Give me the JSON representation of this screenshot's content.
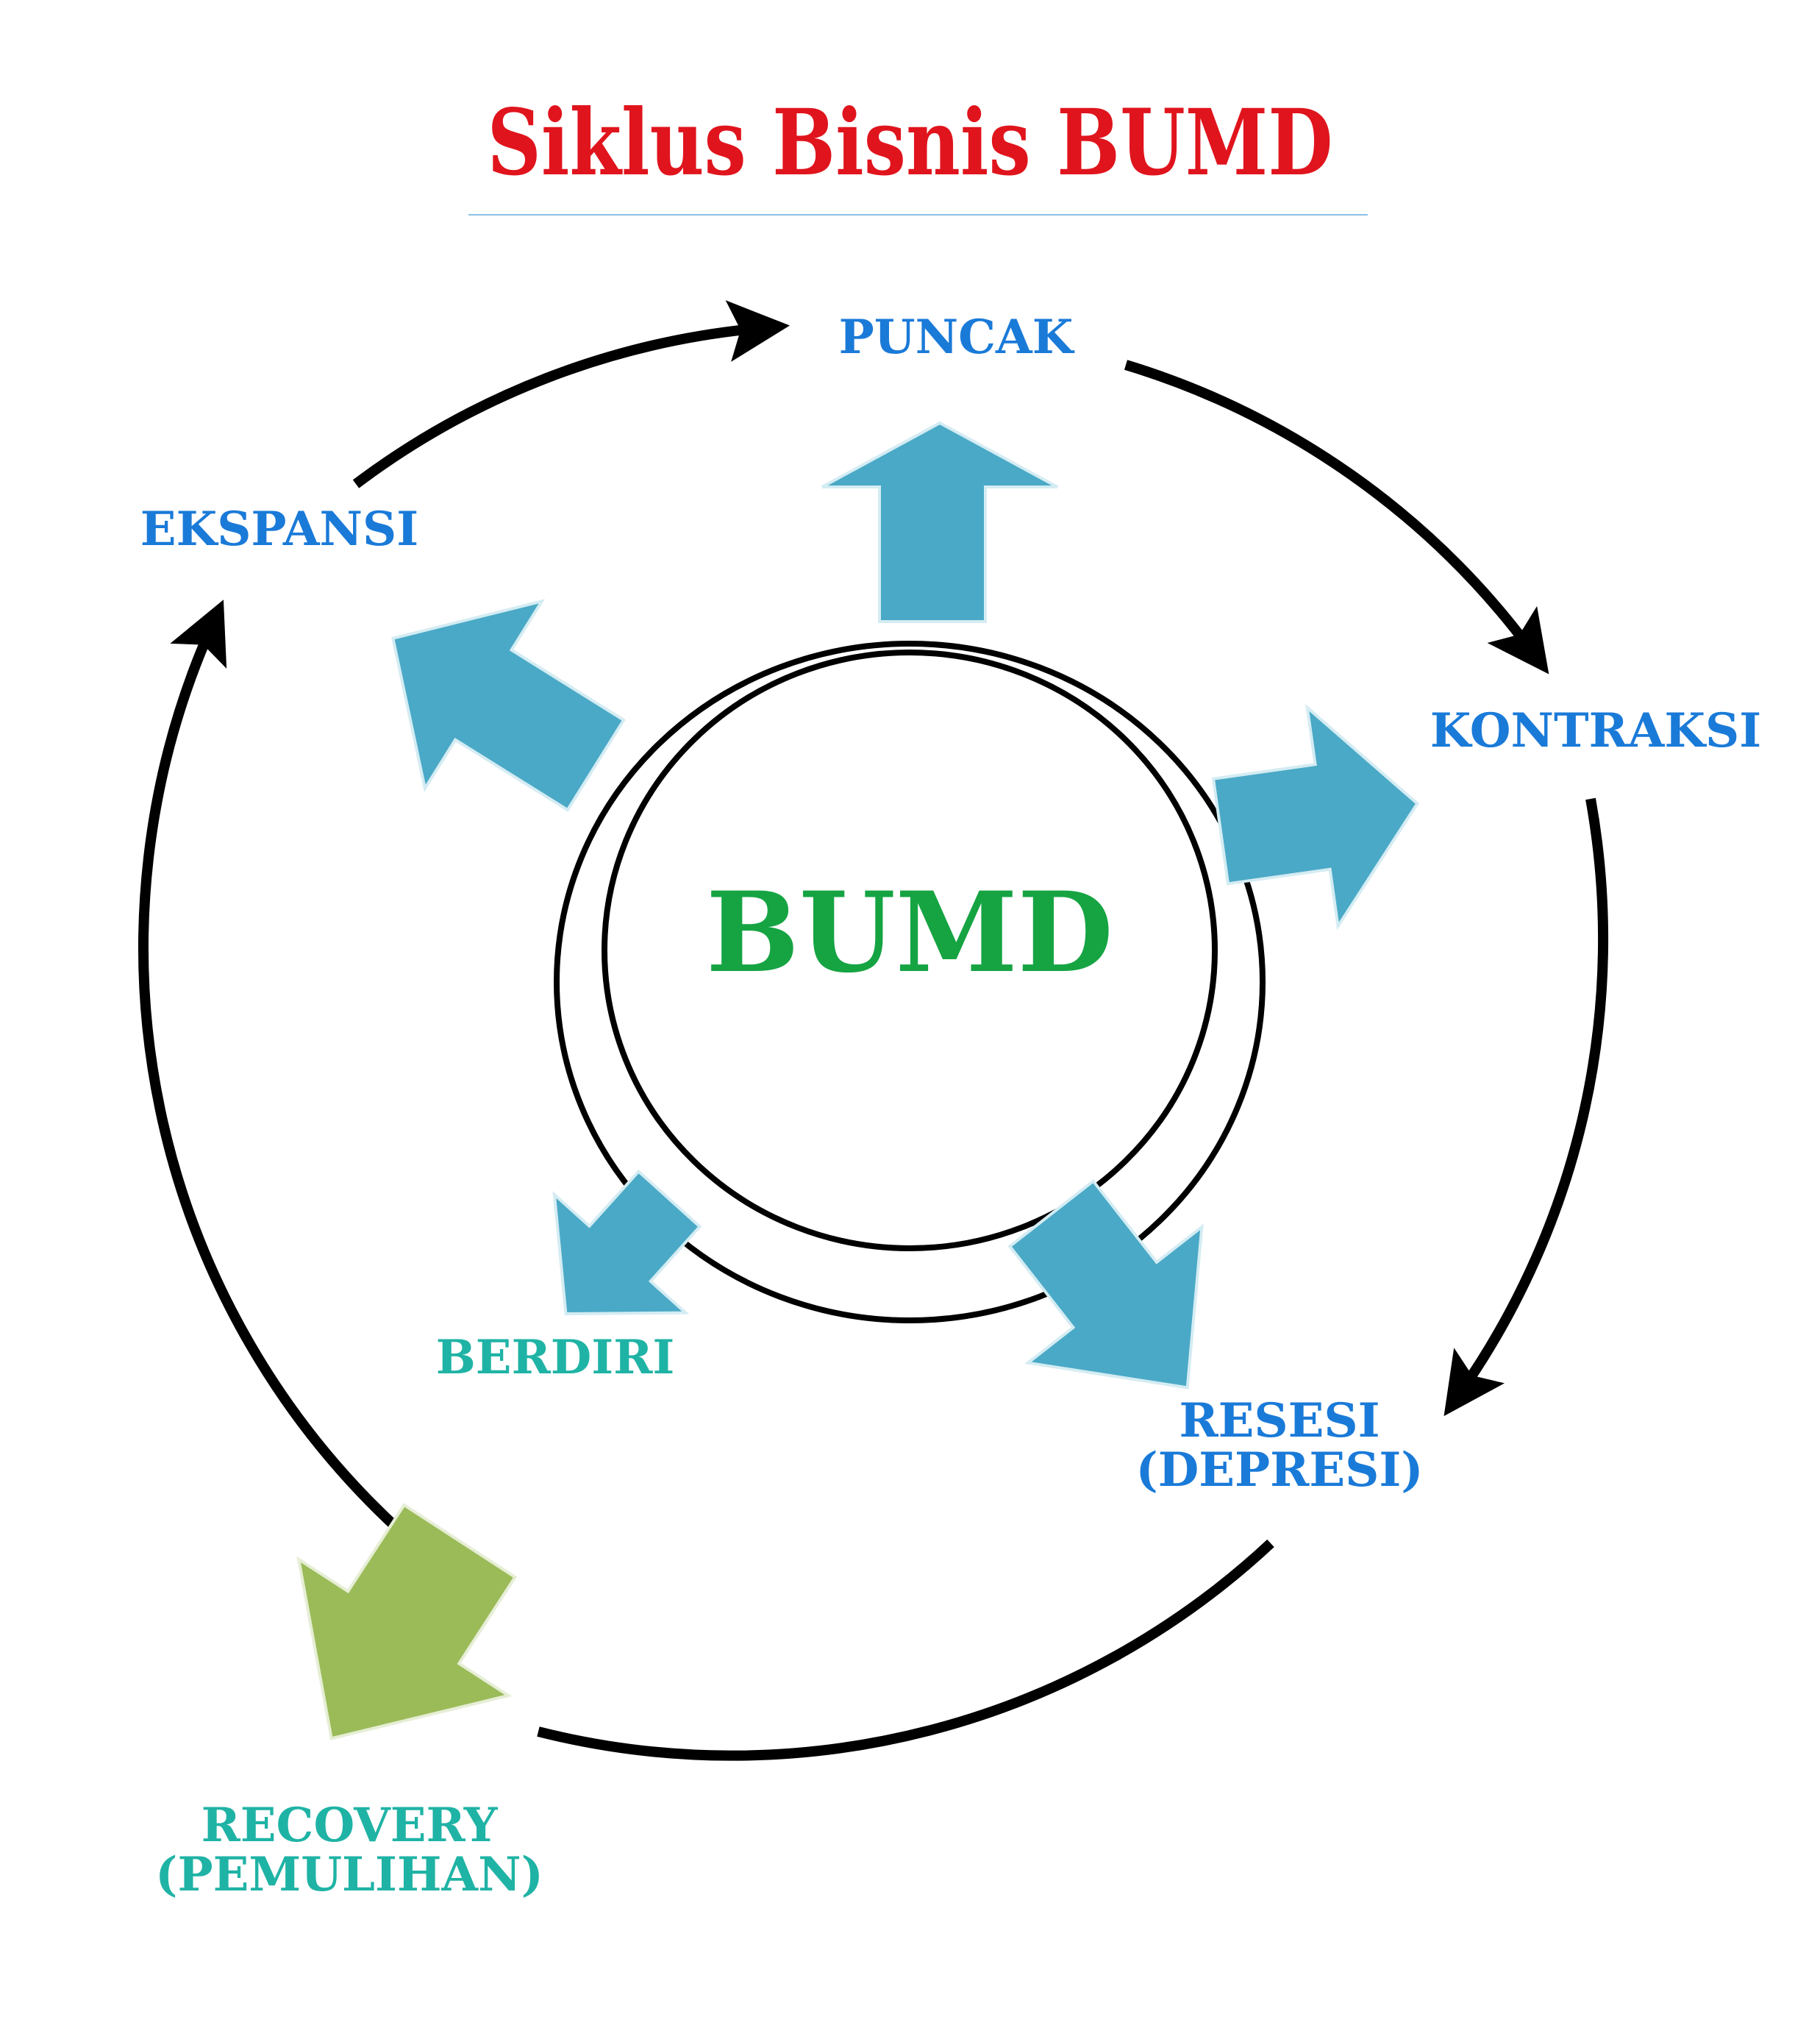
{
  "title": "Siklus Bisnis BUMD",
  "center_label": "BUMD",
  "stages": {
    "puncak": "PUNCAK",
    "ekspansi": "EKSPANSI",
    "kontraksi": "KONTRAKSI",
    "resesi_line1": "RESESI",
    "resesi_line2": "(DEPRESI)",
    "berdiri": "BERDIRI",
    "recovery_line1": "RECOVERY",
    "recovery_line2": "(PEMULIHAN)"
  },
  "colors": {
    "title": "#e0141d",
    "center": "#16a443",
    "stage_blue": "#1a7ad8",
    "stage_teal": "#1fb3a5",
    "arrow_blue": "#4aa9c6",
    "arrow_green": "#9bbb59",
    "cycle_line": "#000000"
  }
}
